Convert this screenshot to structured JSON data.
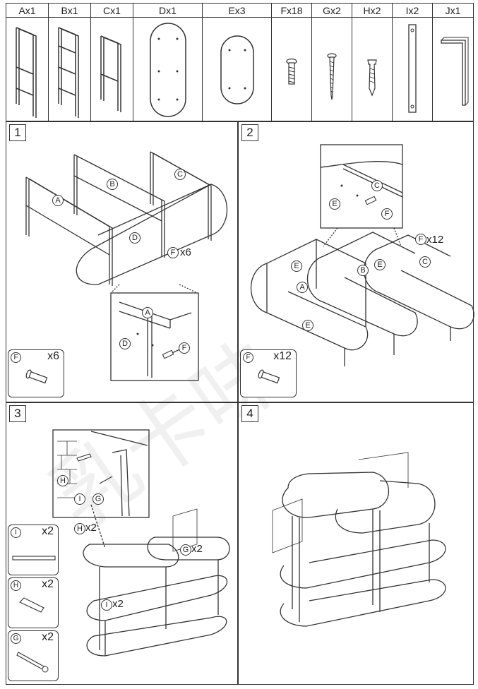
{
  "parts": [
    {
      "id": "A",
      "label": "Ax1",
      "icon": "frame-a-icon"
    },
    {
      "id": "B",
      "label": "Bx1",
      "icon": "frame-b-icon"
    },
    {
      "id": "C",
      "label": "Cx1",
      "icon": "frame-c-icon"
    },
    {
      "id": "D",
      "label": "Dx1",
      "icon": "oval-top-panel-icon"
    },
    {
      "id": "E",
      "label": "Ex3",
      "icon": "oval-shelf-icon"
    },
    {
      "id": "F",
      "label": "Fx18",
      "icon": "bolt-icon"
    },
    {
      "id": "G",
      "label": "Gx2",
      "icon": "wood-screw-icon"
    },
    {
      "id": "H",
      "label": "Hx2",
      "icon": "wall-plug-icon"
    },
    {
      "id": "I",
      "label": "Ix2",
      "icon": "wall-bracket-icon"
    },
    {
      "id": "J",
      "label": "Jx1",
      "icon": "allen-key-icon"
    }
  ],
  "steps": [
    {
      "number": "1",
      "callouts": [
        "A",
        "B",
        "C",
        "D",
        "F",
        "D",
        "A",
        "F"
      ],
      "qty_label": "x6",
      "legend": {
        "letter": "F",
        "qty": "x6"
      }
    },
    {
      "number": "2",
      "callouts": [
        "C",
        "E",
        "F",
        "E",
        "B",
        "E",
        "A",
        "C",
        "E",
        "F"
      ],
      "qty_label": "x12",
      "legend": {
        "letter": "F",
        "qty": "x12"
      }
    },
    {
      "number": "3",
      "callouts": [
        "H",
        "I",
        "G",
        "H",
        "G",
        "I"
      ],
      "qty_labels": {
        "H": "x2",
        "G": "x2",
        "I": "x2"
      },
      "legend": [
        {
          "letter": "I",
          "qty": "x2"
        },
        {
          "letter": "H",
          "qty": "x2"
        },
        {
          "letter": "G",
          "qty": "x2"
        }
      ]
    },
    {
      "number": "4"
    }
  ],
  "colors": {
    "line": "#333333",
    "wall": "#555555"
  }
}
